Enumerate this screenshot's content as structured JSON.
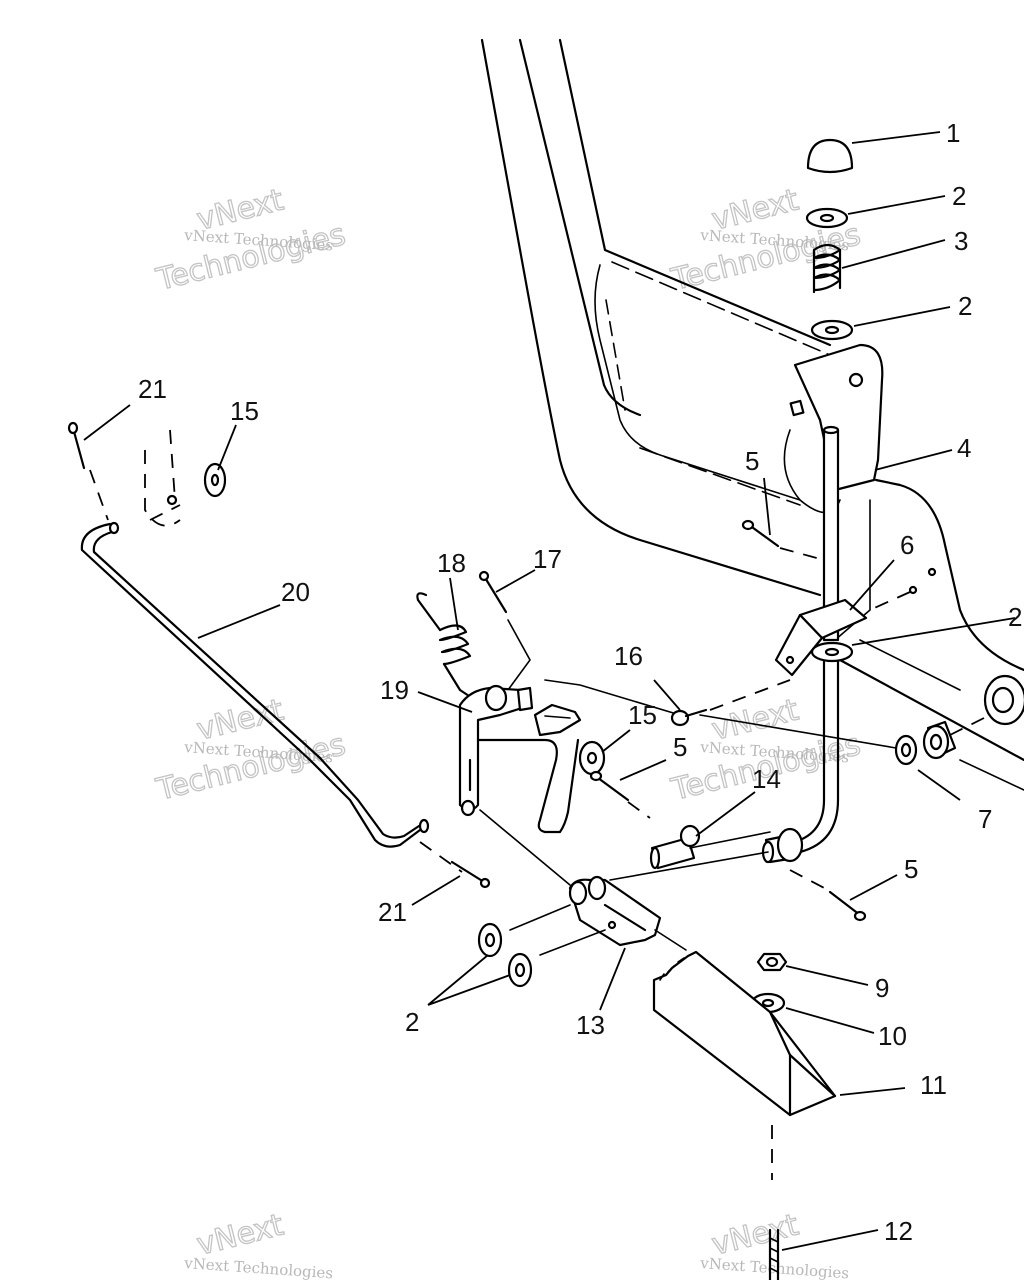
{
  "watermark": {
    "line1": "vNext Technologies",
    "line2": "vNext",
    "line3": "Technologies"
  },
  "callouts": {
    "c1": "1",
    "c2a": "2",
    "c3": "3",
    "c2b": "2",
    "c4": "4",
    "c5a": "5",
    "c6": "6",
    "c2c": "2",
    "c21a": "21",
    "c15a": "15",
    "c20": "20",
    "c18": "18",
    "c17": "17",
    "c16": "16",
    "c19": "19",
    "c15b": "15",
    "c5b": "5",
    "c14": "14",
    "c7": "7",
    "c5c": "5",
    "c21b": "21",
    "c9": "9",
    "c10": "10",
    "c11": "11",
    "c2d": "2",
    "c13": "13",
    "c12": "12"
  }
}
